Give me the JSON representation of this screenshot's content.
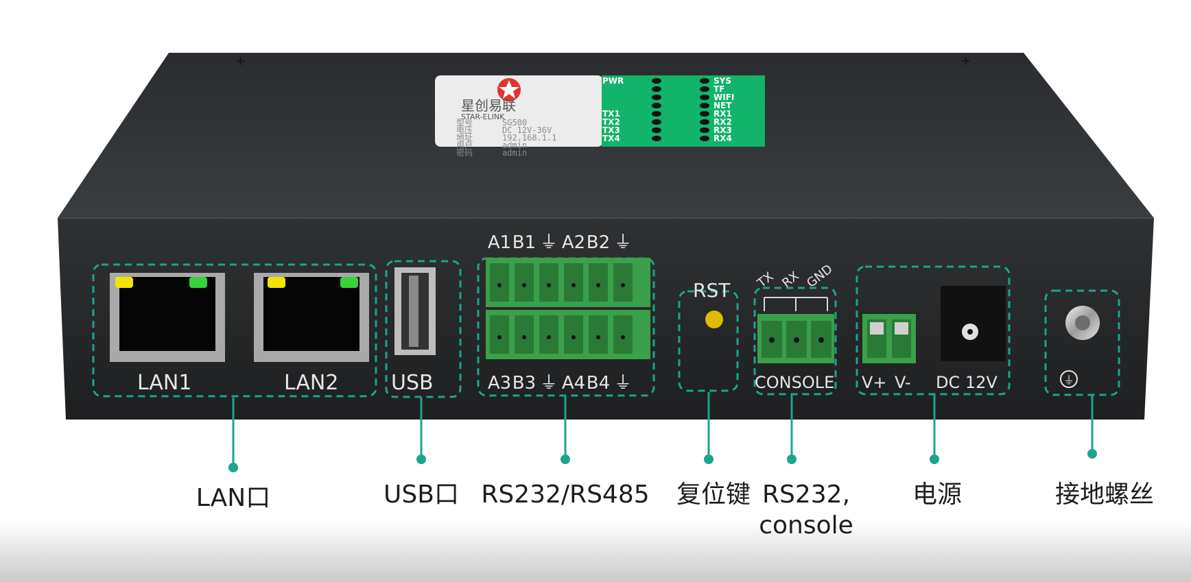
{
  "device": {
    "brand_cn": "星创易联",
    "brand_en": "STAR-ELINK",
    "sticker_fields": [
      "型号",
      "电压",
      "地址",
      "用户",
      "密码"
    ],
    "sticker_values": [
      "SG500",
      "DC 12V-36V",
      "192.168.1.1",
      "admin",
      "admin"
    ],
    "led_left": [
      "PWR",
      "",
      "",
      "",
      "TX1",
      "TX2",
      "TX3",
      "TX4"
    ],
    "led_right": [
      "SYS",
      "TF",
      "WIFI",
      "NET",
      "RX1",
      "RX2",
      "RX3",
      "RX4"
    ]
  },
  "ports": {
    "lan1": "LAN1",
    "lan2": "LAN2",
    "usb": "USB",
    "terminal_top": [
      "A1",
      "B1",
      "⏚",
      "A2",
      "B2",
      "⏚"
    ],
    "terminal_bottom": [
      "A3",
      "B3",
      "⏚",
      "A4",
      "B4",
      "⏚"
    ],
    "rst": "RST",
    "console_pins": [
      "TX",
      "RX",
      "GND"
    ],
    "console": "CONSOLE",
    "power_pins": [
      "V+",
      "V-"
    ],
    "dc": "DC 12V",
    "ground_symbol": "⏚"
  },
  "callouts": [
    {
      "id": "lan",
      "lines": [
        "LAN口"
      ]
    },
    {
      "id": "usb",
      "lines": [
        "USB口"
      ]
    },
    {
      "id": "rs",
      "lines": [
        "RS232/RS485"
      ]
    },
    {
      "id": "rst",
      "lines": [
        "复位键"
      ]
    },
    {
      "id": "console",
      "lines": [
        "RS232,",
        "console"
      ]
    },
    {
      "id": "power",
      "lines": [
        "电源"
      ]
    },
    {
      "id": "ground",
      "lines": [
        "接地螺丝"
      ]
    }
  ],
  "colors": {
    "accent": "#1aa58d",
    "body": "#2b2d2f",
    "terminal": "#3aa04a",
    "led_yellow": "#f2e400",
    "led_green": "#39d23a",
    "reset": "#e0b800"
  }
}
